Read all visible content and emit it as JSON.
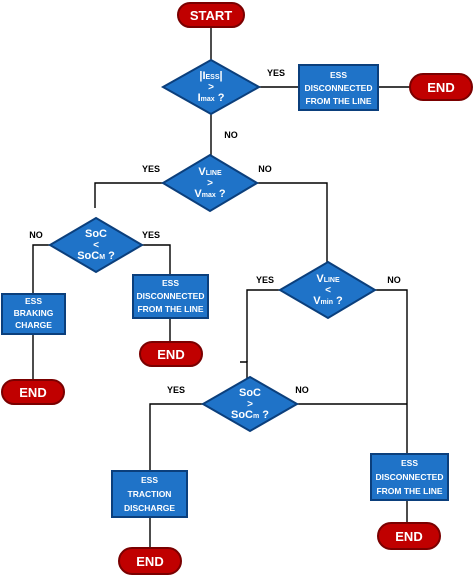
{
  "terminals": {
    "start": "START",
    "end": "END"
  },
  "branch": {
    "yes": "YES",
    "no": "NO"
  },
  "decisions": {
    "d1": {
      "l1": "|I",
      "l1sub": "ESS",
      "l1end": "|",
      "l2": ">",
      "l3": "I",
      "l3sub": "max",
      "l3end": " ?"
    },
    "d2": {
      "l1": "V",
      "l1sub": "LINE",
      "l2": ">",
      "l3": "V",
      "l3sub": "max",
      "l3end": " ?"
    },
    "d3": {
      "l1": "SoC",
      "l2": "<",
      "l3": "SoC",
      "l3sub": "M",
      "l3end": " ?"
    },
    "d4": {
      "l1": "V",
      "l1sub": "LINE",
      "l2": "<",
      "l3": "V",
      "l3sub": "min",
      "l3end": " ?"
    },
    "d5": {
      "l1": "SoC",
      "l2": ">",
      "l3": "SoC",
      "l3sub": "m",
      "l3end": " ?"
    }
  },
  "processes": {
    "disconnected": {
      "l1": "ESS",
      "l2": "DISCONNECTED",
      "l3": "FROM THE LINE"
    },
    "braking": {
      "l1": "ESS",
      "l2": "BRAKING",
      "l3": "CHARGE"
    },
    "traction": {
      "l1": "ESS",
      "l2": "TRACTION",
      "l3": "DISCHARGE"
    }
  },
  "colors": {
    "terminal_fill": "#c00000",
    "node_fill": "#1f73c8",
    "node_border": "#0b3f7c",
    "connector": "#000000"
  }
}
